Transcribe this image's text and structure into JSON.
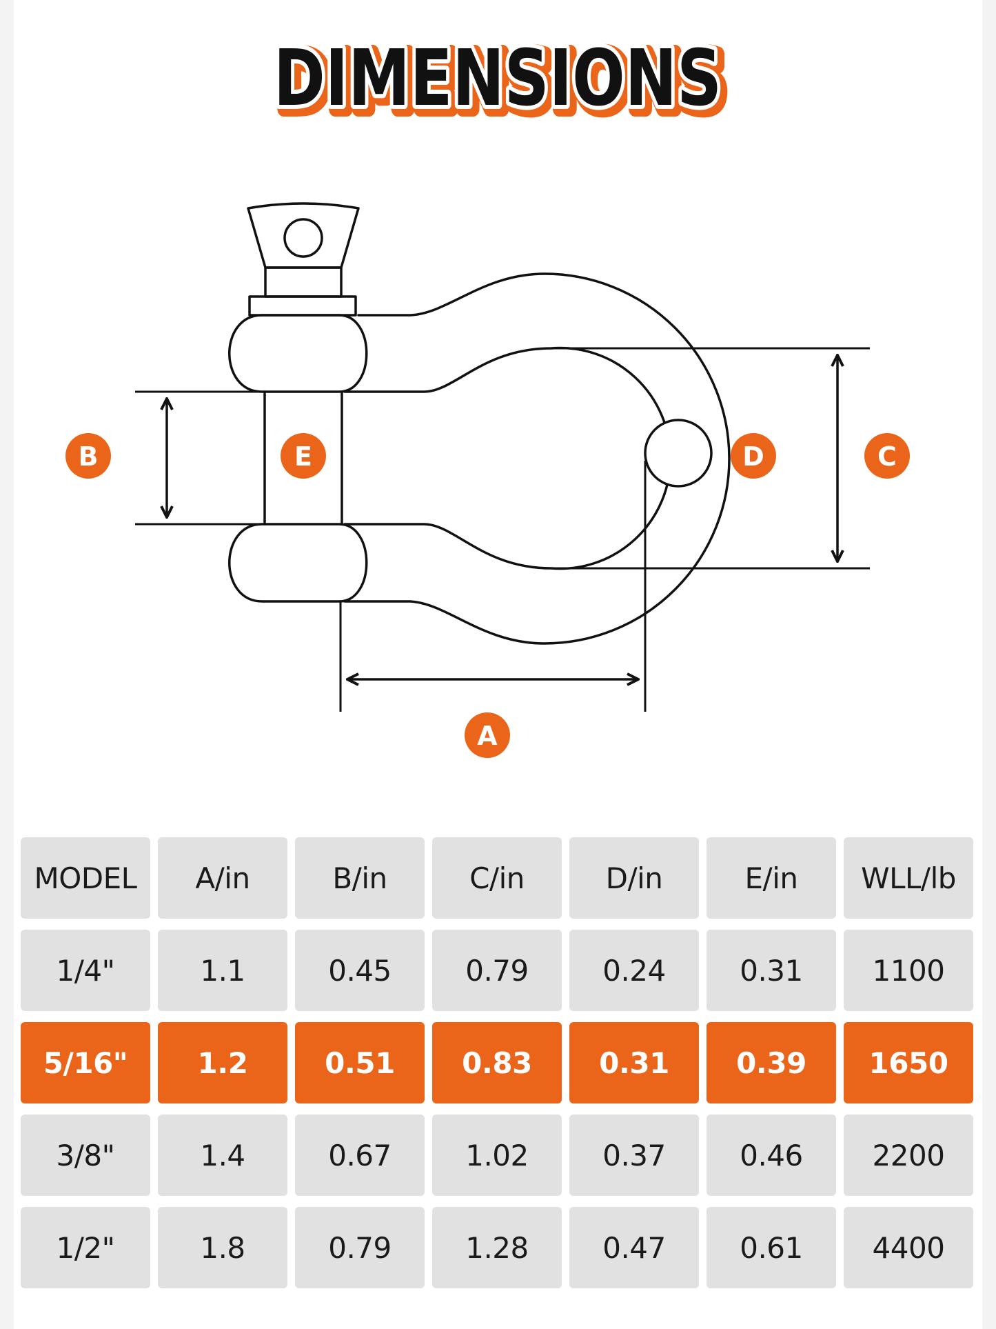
{
  "title": "DIMENSIONS",
  "colors": {
    "accent": "#ea6419",
    "cell_bg": "#e1e1e1",
    "line": "#111111"
  },
  "labels": {
    "a": "A",
    "b": "B",
    "c": "C",
    "d": "D",
    "e": "E"
  },
  "table": {
    "headers": [
      "MODEL",
      "A/in",
      "B/in",
      "C/in",
      "D/in",
      "E/in",
      "WLL/lb"
    ],
    "rows": [
      [
        "1/4\"",
        "1.1",
        "0.45",
        "0.79",
        "0.24",
        "0.31",
        "1100"
      ],
      [
        "5/16\"",
        "1.2",
        "0.51",
        "0.83",
        "0.31",
        "0.39",
        "1650"
      ],
      [
        "3/8\"",
        "1.4",
        "0.67",
        "1.02",
        "0.37",
        "0.46",
        "2200"
      ],
      [
        "1/2\"",
        "1.8",
        "0.79",
        "1.28",
        "0.47",
        "0.61",
        "4400"
      ]
    ],
    "highlighted_row": 1
  }
}
